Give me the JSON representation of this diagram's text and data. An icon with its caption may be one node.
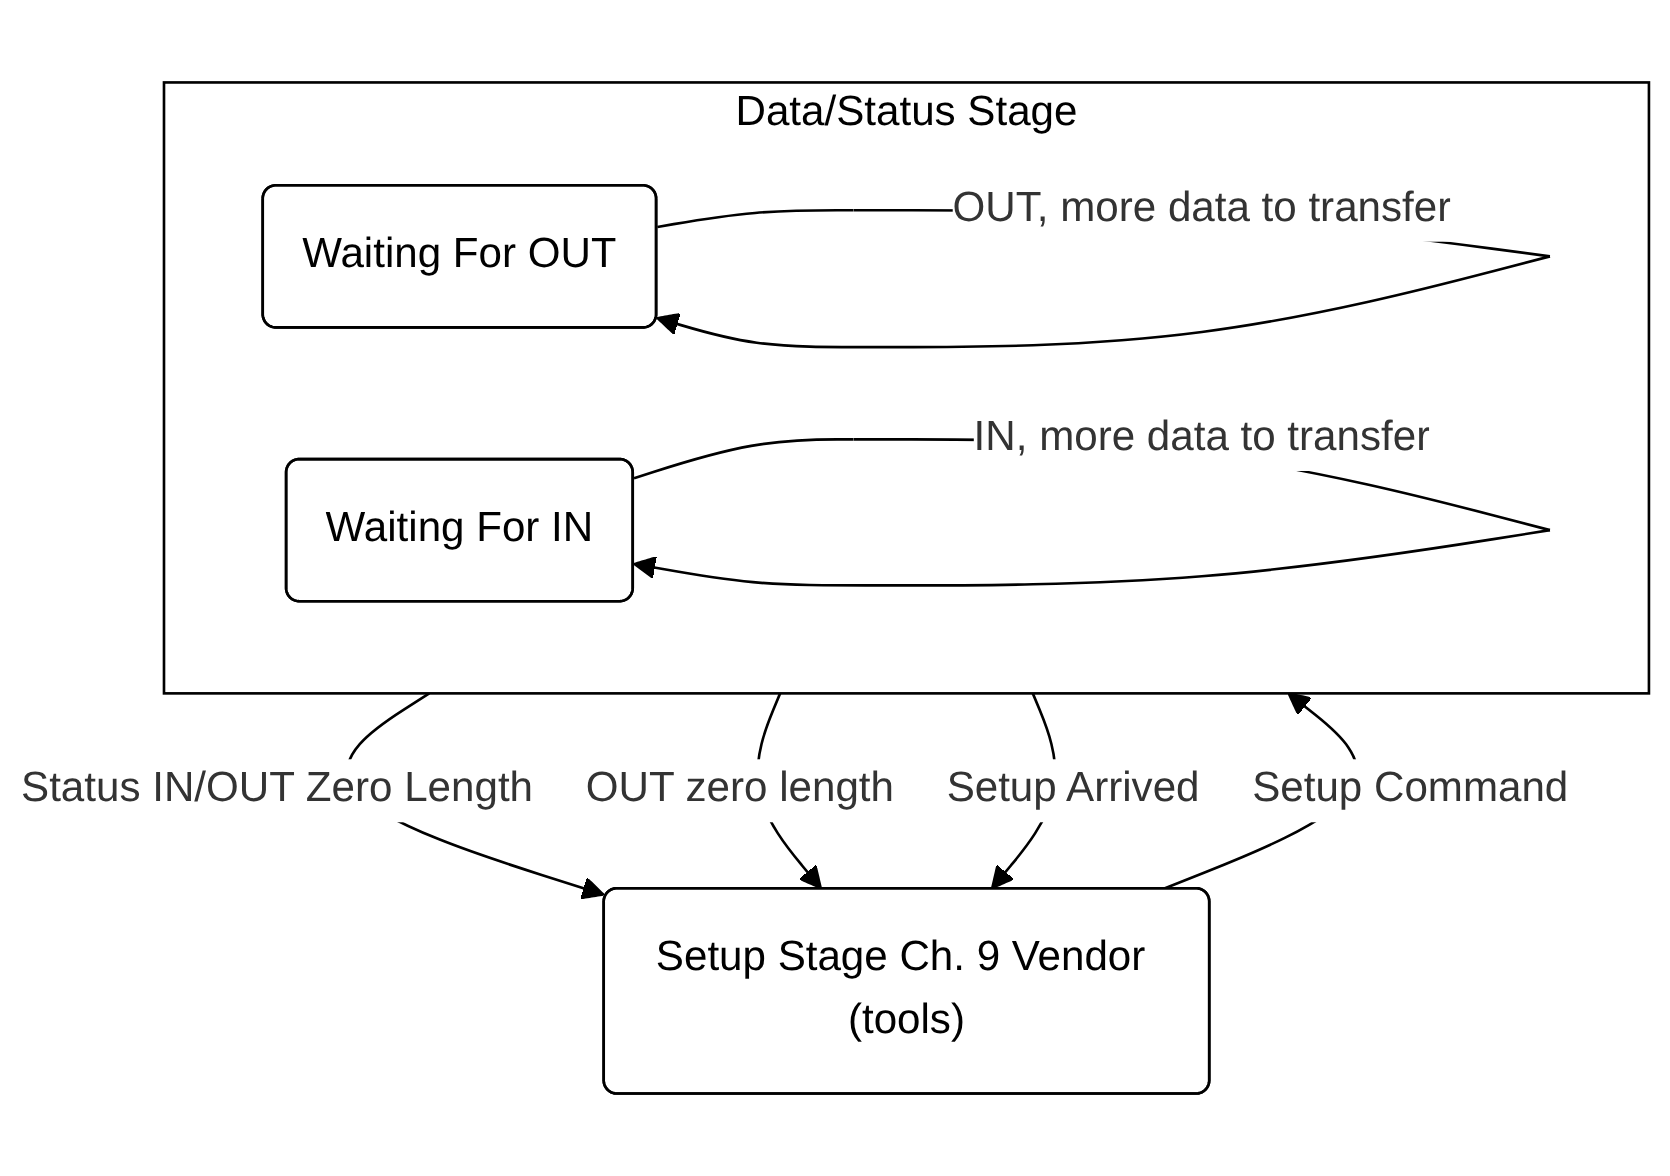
{
  "diagram": {
    "nodes": [
      {
        "text": [
          "Setup Stage Ch. 9 Vendor (tools)"
        ]
      },
      {
        "text": [
          "Data/Status Stage"
        ]
      },
      {
        "text": [
          "Waiting For OUT"
        ],
        "in": 1
      },
      {
        "text": [
          "Waiting For IN"
        ],
        "in": 1
      }
    ],
    "edges": [
      {
        "from": 0,
        "to": 1,
        "arrow": "to",
        "label": "Setup Command"
      },
      {
        "from": 1,
        "to": 0,
        "arrow": "to",
        "label": "Status IN/OUT Zero Length"
      },
      {
        "from": 1,
        "to": 0,
        "arrow": "to",
        "label": "OUT zero length"
      },
      {
        "from": 1,
        "to": 0,
        "arrow": "to",
        "label": "Setup Arrived"
      },
      {
        "from": 2,
        "to": 2,
        "arrow": "to",
        "label": "OUT, more data to transfer"
      },
      {
        "from": 3,
        "to": 3,
        "arrow": "to",
        "label": "IN, more data to transfer"
      }
    ]
  }
}
